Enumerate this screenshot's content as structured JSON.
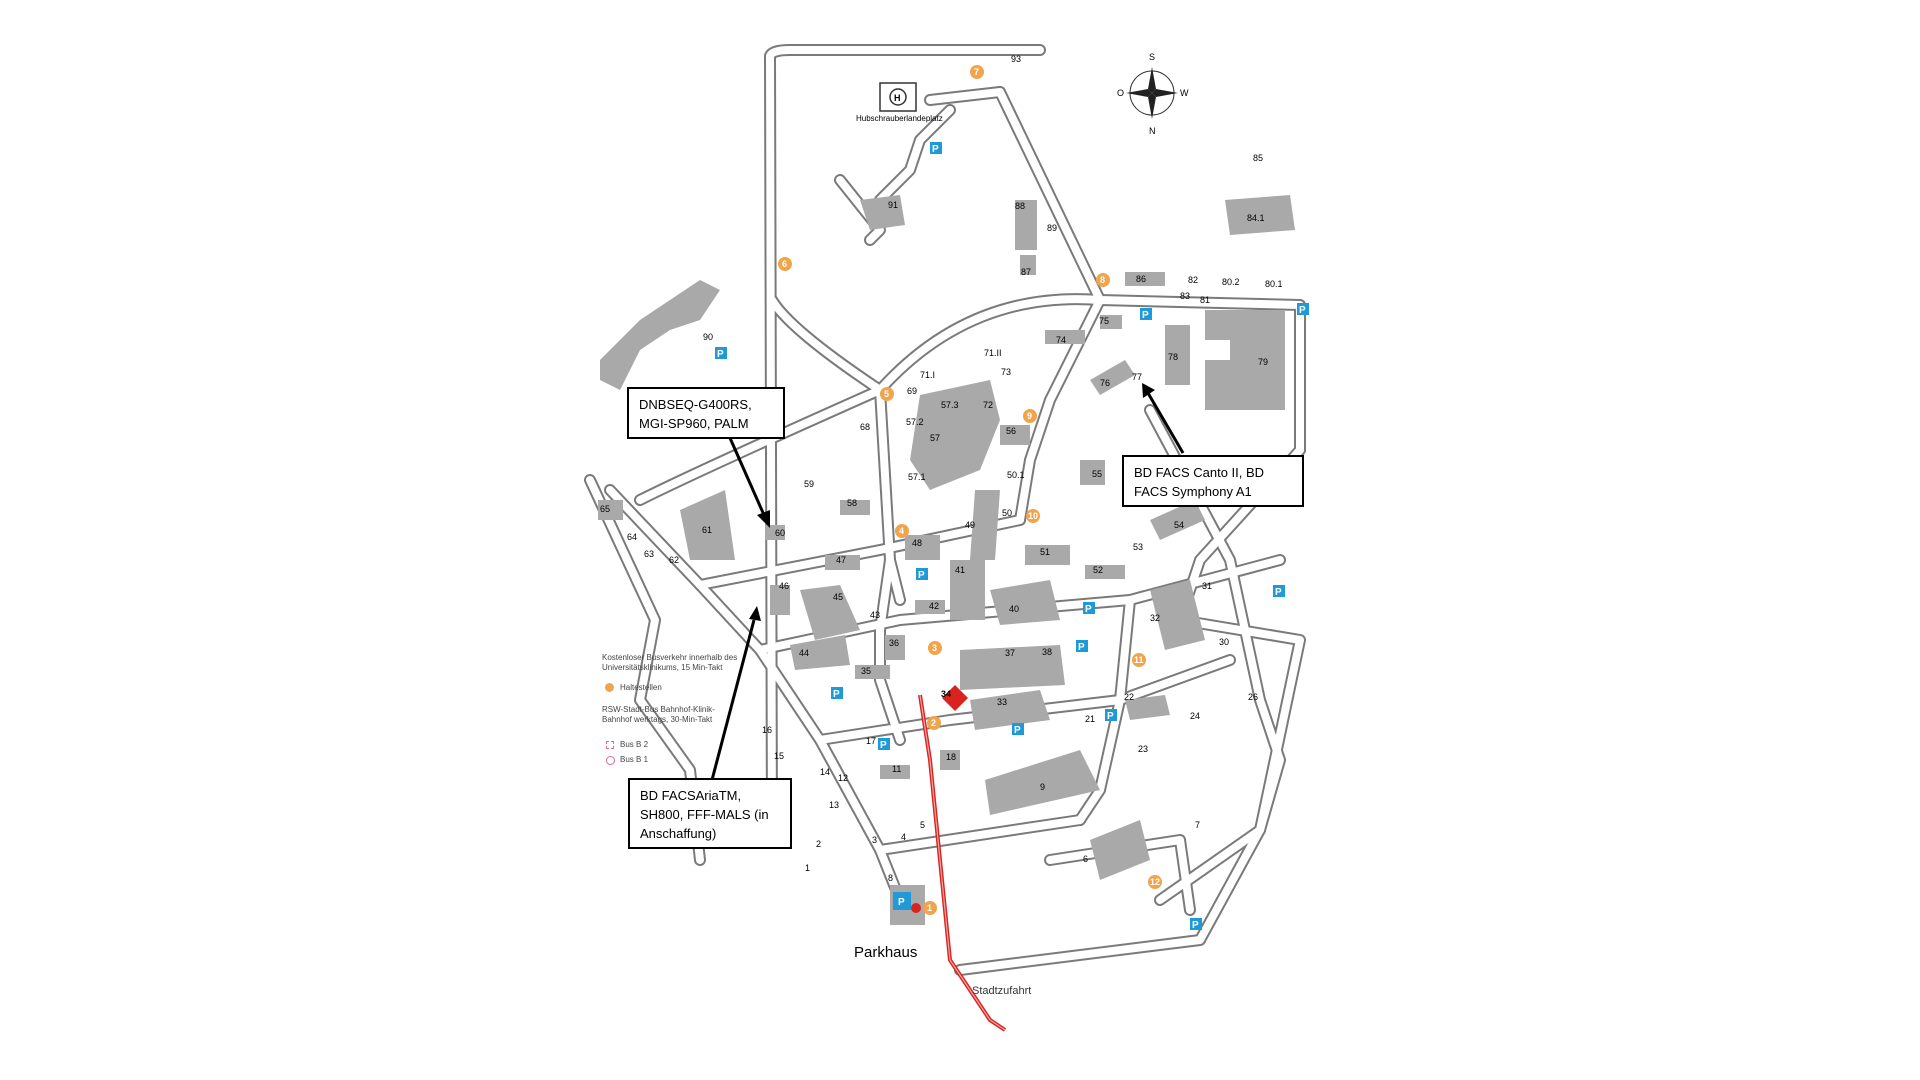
{
  "map": {
    "compass": {
      "north": "N",
      "south": "S",
      "west": "W",
      "east": "O"
    },
    "helipad_label": "Hubschrauberlandeplatz",
    "parkhaus_label": "Parkhaus",
    "stadtzufahrt_label": "Stadtzufahrt",
    "parking_symbol": "P",
    "buildings": [
      "1",
      "2",
      "3",
      "4",
      "5",
      "6",
      "7",
      "8",
      "9",
      "11",
      "12",
      "13",
      "14",
      "15",
      "16",
      "17",
      "18",
      "21",
      "22",
      "23",
      "24",
      "26",
      "30",
      "31",
      "32",
      "33",
      "34",
      "35",
      "36",
      "37",
      "38",
      "40",
      "41",
      "42",
      "43",
      "44",
      "45",
      "46",
      "47",
      "48",
      "49",
      "50",
      "50.1",
      "51",
      "52",
      "53",
      "54",
      "55",
      "56",
      "57",
      "57.1",
      "57.2",
      "57.3",
      "58",
      "59",
      "60",
      "61",
      "62",
      "63",
      "64",
      "65",
      "68",
      "69",
      "71.I",
      "71.II",
      "72",
      "73",
      "74",
      "75",
      "76",
      "77",
      "78",
      "79",
      "80.1",
      "80.2",
      "81",
      "82",
      "83",
      "84.1",
      "85",
      "86",
      "87",
      "88",
      "89",
      "90",
      "91",
      "93"
    ],
    "stops": [
      "1",
      "2",
      "3",
      "4",
      "5",
      "6",
      "7",
      "8",
      "9",
      "10",
      "11",
      "12"
    ],
    "legend": {
      "bus_info": "Kostenloser Busverkehr innerhalb des Universitätsklinikums, 15 Min-Takt",
      "stop_label": "Haltestellen",
      "city_bus": "RSW-Stadt-Bus Bahnhof-Klinik-Bahnhof werktags, 30-Min-Takt",
      "bus_b2": "Bus B 2",
      "bus_b1": "Bus B 1"
    },
    "callouts": {
      "top_left": [
        "DNBSEQ-G400RS,",
        "MGI-SP960, PALM"
      ],
      "right": [
        "BD FACS Canto II, BD",
        "FACS Symphony A1"
      ],
      "bottom_left": [
        "BD FACSAriaTM,",
        "SH800, FFF-MALS (in",
        "Anschaffung)"
      ]
    },
    "colors": {
      "road": "#7a7a7a",
      "building": "#a9a9a9",
      "stop": "#f0a44c",
      "parking": "#1f9ad6",
      "route": "#d8231f"
    }
  }
}
